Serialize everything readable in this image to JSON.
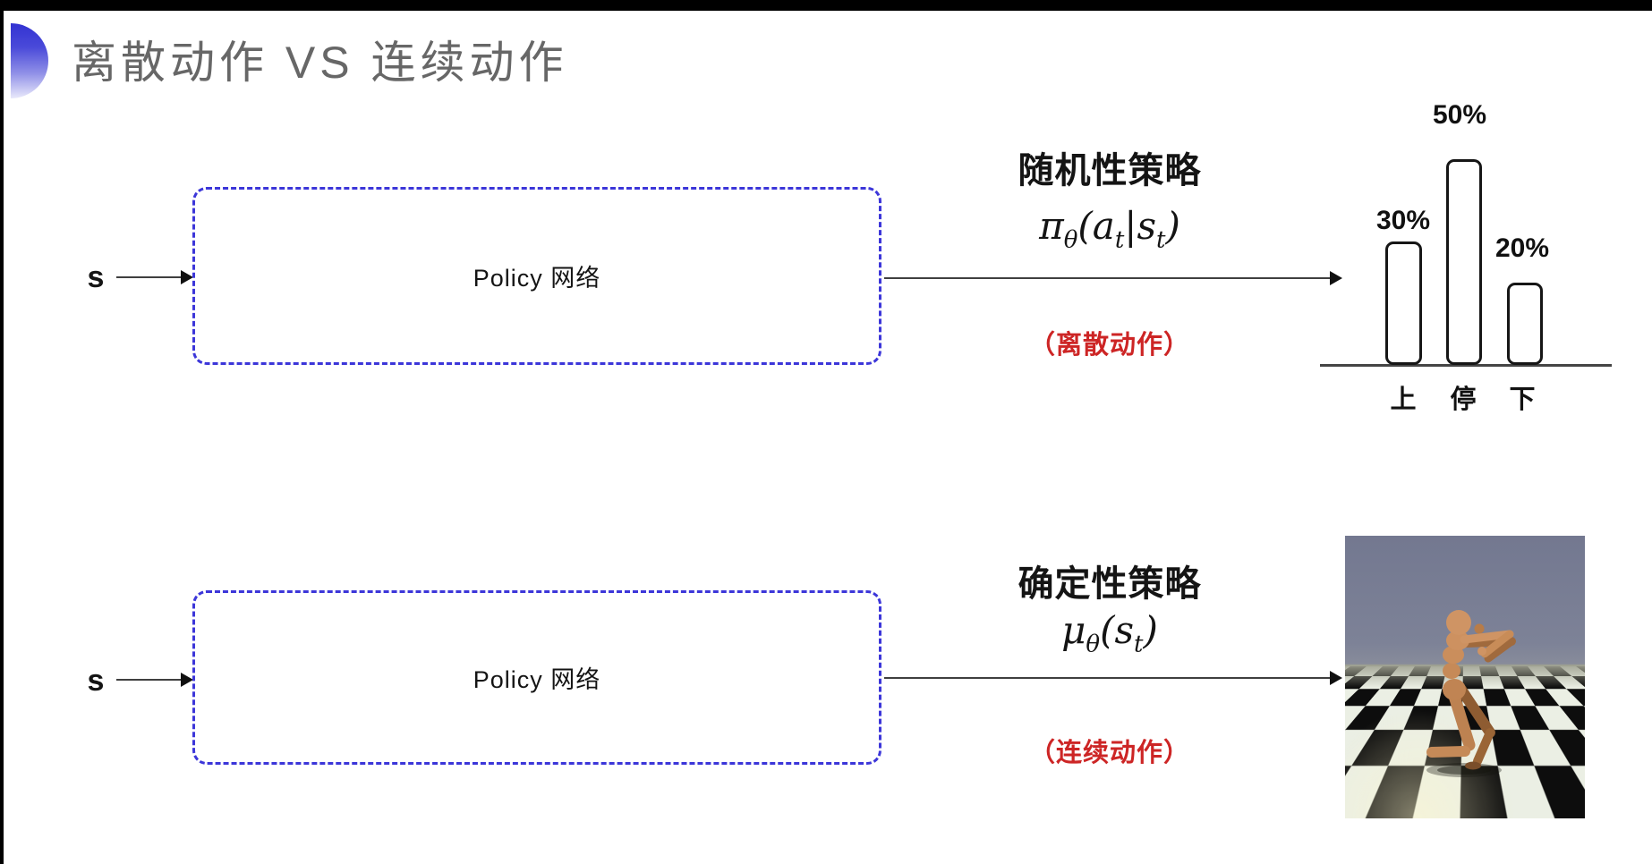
{
  "slide": {
    "title": "离散动作 VS 连续动作"
  },
  "colors": {
    "accent_blue": "#3c36d9",
    "title_gray": "#676767",
    "note_red": "#cd2525",
    "text_black": "#141414"
  },
  "top_flow": {
    "input_label": "s",
    "box_label": "Policy 网络",
    "policy_type": "随机性策略",
    "formula_parts": {
      "symbol": "π",
      "sub_symbol": "θ",
      "arg1": "(a",
      "arg1_sub": "t",
      "separator": "|s",
      "arg2_sub": "t",
      "close": ")"
    },
    "action_note": "（离散动作）"
  },
  "bottom_flow": {
    "input_label": "s",
    "box_label": "Policy 网络",
    "policy_type": "确定性策略",
    "formula_parts": {
      "symbol": "μ",
      "sub_symbol": "θ",
      "arg1": "(s",
      "arg1_sub": "t",
      "close": ")"
    },
    "action_note": "（连续动作）"
  },
  "chart_data": {
    "type": "bar",
    "categories": [
      "上",
      "停",
      "下"
    ],
    "values": [
      30,
      50,
      20
    ],
    "value_labels": [
      "30%",
      "50%",
      "20%"
    ],
    "title": "",
    "xlabel": "",
    "ylabel": "",
    "ylim": [
      0,
      60
    ],
    "grid": false,
    "legend": false,
    "bar_style": "white-fill-black-outline-rounded"
  },
  "humanoid_panel": {
    "image_name": "mujoco-humanoid-on-checkerboard"
  }
}
